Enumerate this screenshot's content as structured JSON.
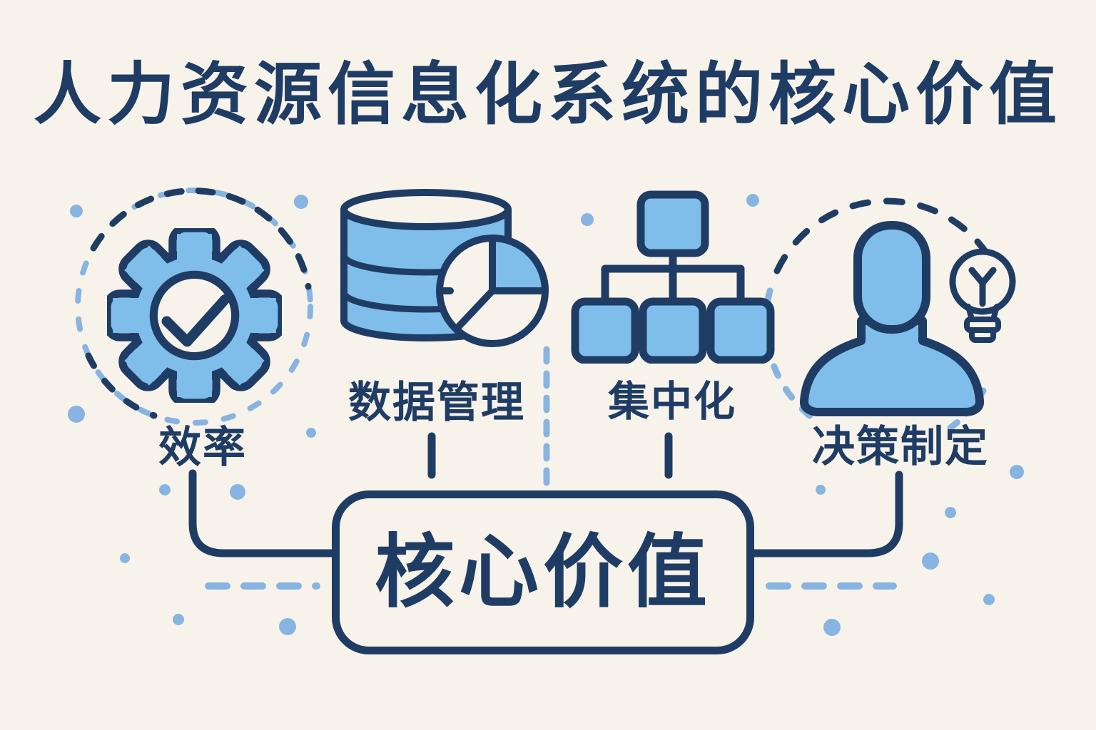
{
  "title": "人力资源信息化系统的核心价值",
  "items": [
    {
      "label": "效率",
      "icon": "gear-check-icon"
    },
    {
      "label": "数据管理",
      "icon": "database-pie-icon"
    },
    {
      "label": "集中化",
      "icon": "org-chart-icon"
    },
    {
      "label": "决策制定",
      "icon": "person-idea-icon"
    }
  ],
  "center": {
    "label": "核心价值"
  },
  "colors": {
    "background": "#F8F3EA",
    "navy": "#1F3C64",
    "light_blue": "#7FBEEA",
    "accent_dot_blue": "#88B4E2",
    "cream": "#F8F3EA"
  }
}
